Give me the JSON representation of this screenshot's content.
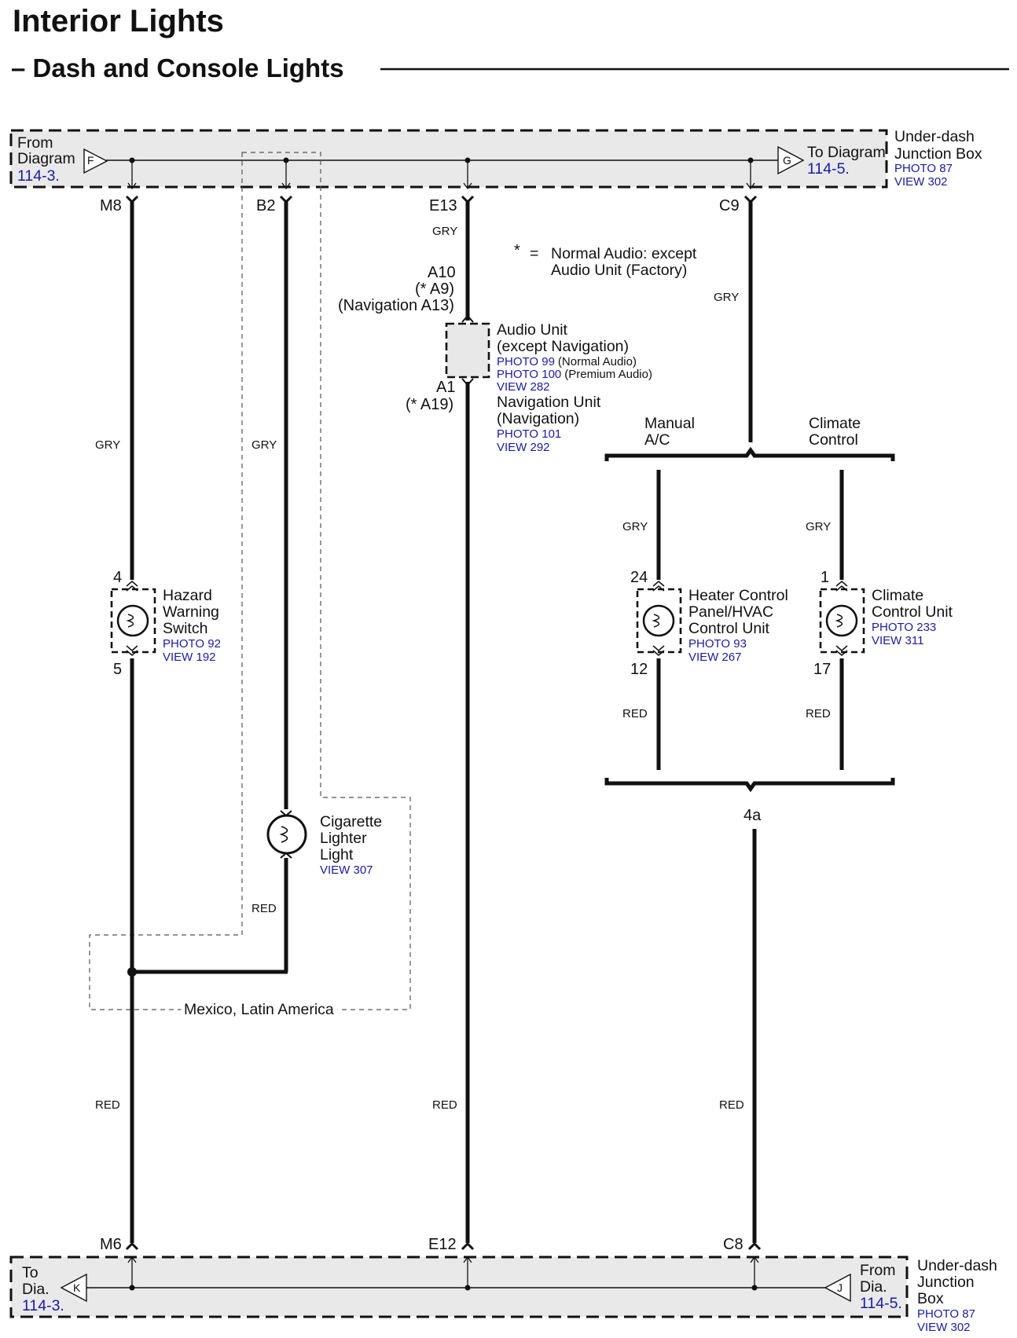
{
  "title": "Interior Lights",
  "subtitle": "– Dash and Console Lights",
  "top_box": {
    "from_label_1": "From",
    "from_label_2": "Diagram",
    "from_ref": "114-3.",
    "from_tag": "F",
    "to_label": "To Diagram",
    "to_ref": "114-5.",
    "to_tag": "G",
    "name_1": "Under-dash",
    "name_2": "Junction Box",
    "photo": "PHOTO 87",
    "view": "VIEW 302"
  },
  "bottom_box": {
    "to_label_1": "To",
    "to_label_2": "Dia.",
    "to_ref": "114-3.",
    "to_tag": "K",
    "from_label_1": "From",
    "from_label_2": "Dia.",
    "from_ref": "114-5.",
    "from_tag": "J",
    "name_1": "Under-dash",
    "name_2": "Junction",
    "name_3": "Box",
    "photo": "PHOTO 87",
    "view": "VIEW 302"
  },
  "terminals": {
    "m8": "M8",
    "b2": "B2",
    "e13": "E13",
    "c9": "C9",
    "m6": "M6",
    "e12": "E12",
    "c8": "C8"
  },
  "wire_colors": {
    "gry": "GRY",
    "red": "RED"
  },
  "note": {
    "asterisk": "*",
    "equals": "=",
    "line_1": "Normal Audio: except",
    "line_2": "Audio Unit (Factory)"
  },
  "audio_unit": {
    "pin_top_1": "A10",
    "pin_top_2": "(* A9)",
    "pin_top_3": "(Navigation A13)",
    "pin_bottom_1": "A1",
    "pin_bottom_2": "(* A19)",
    "name_1": "Audio Unit",
    "name_2": "(except Navigation)",
    "photo_1": "PHOTO 99",
    "photo_1_note": "(Normal Audio)",
    "photo_2": "PHOTO 100",
    "photo_2_note": "(Premium Audio)",
    "view_1": "VIEW 282",
    "nav_name_1": "Navigation Unit",
    "nav_name_2": "(Navigation)",
    "nav_photo": "PHOTO 101",
    "nav_view": "VIEW 292"
  },
  "hazard": {
    "pin_top": "4",
    "pin_bottom": "5",
    "name_1": "Hazard",
    "name_2": "Warning",
    "name_3": "Switch",
    "photo": "PHOTO 92",
    "view": "VIEW 192"
  },
  "lighter": {
    "name_1": "Cigarette",
    "name_2": "Lighter",
    "name_3": "Light",
    "view": "VIEW 307"
  },
  "region_label": "Mexico, Latin America",
  "branches": {
    "manual_1": "Manual",
    "manual_2": "A/C",
    "climate_1": "Climate",
    "climate_2": "Control"
  },
  "heater": {
    "pin_top": "24",
    "pin_bottom": "12",
    "name_1": "Heater Control",
    "name_2": "Panel/HVAC",
    "name_3": "Control Unit",
    "photo": "PHOTO 93",
    "view": "VIEW 267"
  },
  "climate_unit": {
    "pin_top": "1",
    "pin_bottom": "17",
    "name_1": "Climate",
    "name_2": "Control Unit",
    "photo": "PHOTO 233",
    "view": "VIEW 311"
  },
  "ground_point": "4a"
}
